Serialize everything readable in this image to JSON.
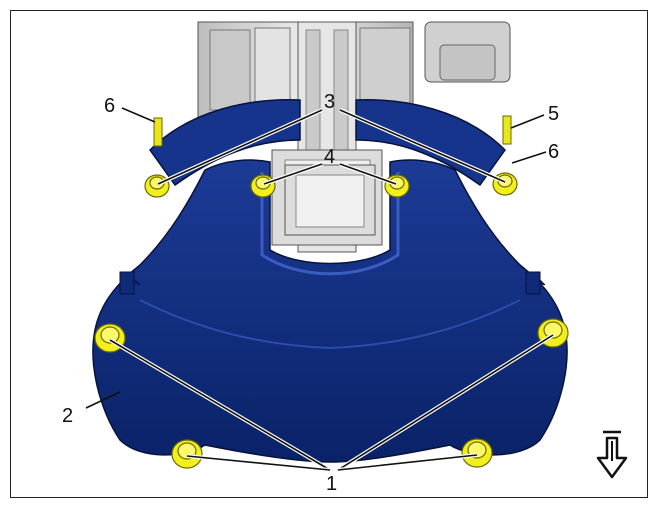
{
  "callouts": {
    "c1": "1",
    "c2": "2",
    "c3": "3",
    "c4": "4",
    "c5": "5",
    "c6_left": "6",
    "c6_right": "6"
  },
  "colors": {
    "subframe": "#0f2a78",
    "subframe_dark": "#071a52",
    "bolt": "#f2ef1c",
    "engine": "#d7d7d7"
  },
  "icons": {
    "direction": "down-arrow-icon"
  }
}
